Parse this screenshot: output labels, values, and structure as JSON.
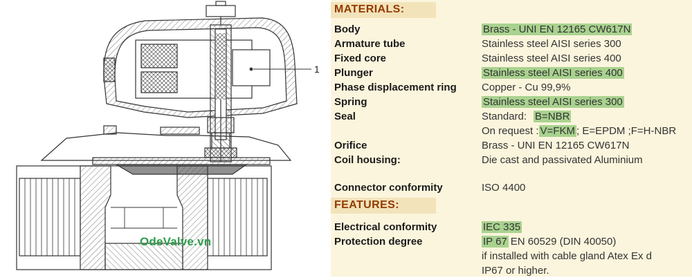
{
  "colors": {
    "panel_bg": "#fcf5dd",
    "header_band_bg": "#f2e3ba",
    "header_text": "#933a00",
    "highlight_green": "#a9d28f",
    "watermark_green": "#2f9e4c"
  },
  "drawing": {
    "watermark": "OdeValve.vn",
    "callout_label": "1"
  },
  "materials": {
    "header": "MATERIALS:",
    "rows": [
      {
        "label": "Body",
        "segments": [
          {
            "text": "Brass - UNI EN 12165 CW617N",
            "hl": true
          }
        ]
      },
      {
        "label": "Armature tube",
        "segments": [
          {
            "text": "Stainless steel AISI series 300",
            "hl": false
          }
        ]
      },
      {
        "label": "Fixed core",
        "segments": [
          {
            "text": "Stainless steel AISI series 400",
            "hl": false
          }
        ]
      },
      {
        "label": "Plunger",
        "segments": [
          {
            "text": "Stainless steel AISI series 400",
            "hl": true
          }
        ]
      },
      {
        "label": "Phase displacement ring",
        "segments": [
          {
            "text": "Copper - Cu 99,9%",
            "hl": false
          }
        ]
      },
      {
        "label": "Spring",
        "segments": [
          {
            "text": "Stainless steel AISI series 300",
            "hl": true
          }
        ]
      },
      {
        "label": "Seal",
        "segments": [
          {
            "text": "Standard:",
            "hl": false
          },
          {
            "text": "B=NBR",
            "hl": true
          }
        ]
      },
      {
        "label": "",
        "segments": [
          {
            "text": "On request :",
            "hl": false
          },
          {
            "text": "V=FKM",
            "hl": true
          },
          {
            "text": "; E=EPDM ;F=H-NBR",
            "hl": false
          }
        ]
      },
      {
        "label": "Orifice",
        "segments": [
          {
            "text": "Brass - UNI EN 12165 CW617N",
            "hl": false
          }
        ]
      },
      {
        "label": "Coil housing:",
        "segments": [
          {
            "text": "Die cast and passivated Aluminium",
            "hl": false
          }
        ]
      },
      {
        "label": "Connector conformity",
        "segments": [
          {
            "text": "ISO 4400",
            "hl": false
          }
        ]
      }
    ]
  },
  "features": {
    "header": "FEATURES:",
    "rows": [
      {
        "label": "Electrical conformity",
        "segments": [
          {
            "text": "IEC 335",
            "hl": true
          }
        ]
      },
      {
        "label": "Protection degree",
        "segments": [
          {
            "text": "IP 67",
            "hl": true
          },
          {
            "text": "EN 60529 (DIN 40050)",
            "hl": false
          }
        ]
      },
      {
        "label": "",
        "segments": [
          {
            "text": "if installed with cable gland Atex Ex d",
            "hl": false
          }
        ]
      },
      {
        "label": "",
        "segments": [
          {
            "text": "IP67 or higher.",
            "hl": false
          }
        ]
      }
    ]
  }
}
